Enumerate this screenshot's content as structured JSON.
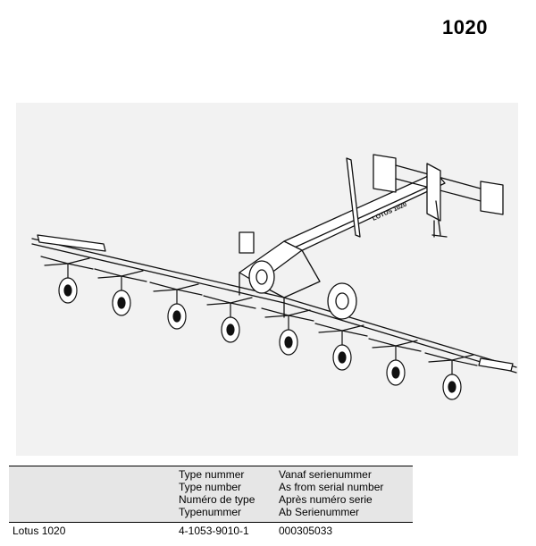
{
  "header": {
    "model_number": "1020"
  },
  "figure": {
    "machine_decal": "LOTUS 1020"
  },
  "table": {
    "header_rows": [
      {
        "type": "Type nummer",
        "serial": "Vanaf serienummer"
      },
      {
        "type": "Type number",
        "serial": "As from serial number"
      },
      {
        "type": "Numéro de type",
        "serial": "Après numéro serie"
      },
      {
        "type": "Typenummer",
        "serial": "Ab Serienummer"
      }
    ],
    "row": {
      "model": "Lotus 1020",
      "type_number": "4-1053-9010-1",
      "serial_number": "000305033"
    }
  },
  "colors": {
    "drawing_background": "#f2f2f2",
    "line": "#111111",
    "header_fill": "#e6e6e6"
  },
  "icons": [
    "tedder-machine-drawing"
  ]
}
